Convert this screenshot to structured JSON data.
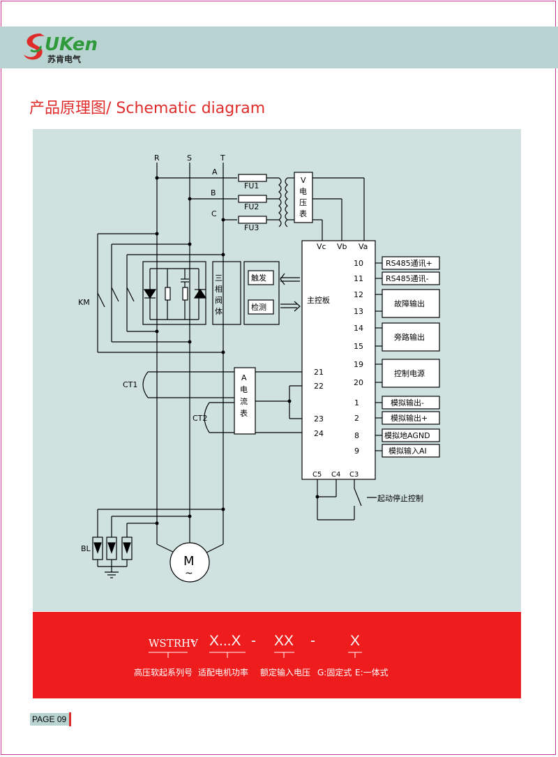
{
  "brand": {
    "logo_text": "UKen",
    "logo_initial": "S",
    "logo_chinese": "苏肯电气"
  },
  "title": {
    "chinese": "产品原理图",
    "english": "/ Schematic diagram"
  },
  "diagram": {
    "phases": [
      "R",
      "S",
      "T"
    ],
    "phase_taps": [
      "A",
      "B",
      "C"
    ],
    "fuses": [
      "FU1",
      "FU2",
      "FU3"
    ],
    "voltmeter": [
      "V",
      "电",
      "压",
      "表"
    ],
    "main_board_label": "主控板",
    "board_top_terminals": [
      "Vc",
      "Vb",
      "Va"
    ],
    "thyristor_label": [
      "三",
      "相",
      "阀",
      "体"
    ],
    "trigger_label": "触发",
    "detect_label": "检测",
    "contactor_label": "KM",
    "ct1_label": "CT1",
    "ct2_label": "CT2",
    "ammeter": [
      "A",
      "电",
      "流",
      "表"
    ],
    "left_terminals": [
      "21",
      "22",
      "23",
      "24"
    ],
    "right_terminals": [
      "10",
      "11",
      "12",
      "13",
      "14",
      "15",
      "19",
      "20",
      "1",
      "2",
      "8",
      "9"
    ],
    "io_boxes": [
      "RS485通讯+",
      "RS485通讯-",
      "故障输出",
      "旁路输出",
      "控制电源",
      "模拟输出-",
      "模拟输出+",
      "模拟地AGND",
      "模拟输入AI"
    ],
    "bottom_terminals": [
      "C5",
      "C4",
      "C3"
    ],
    "start_stop_label": "起动停止控制",
    "arrester_label": "BL",
    "motor_label": "M",
    "motor_tilde": "~"
  },
  "model_code": {
    "prefix": "WSTRHV",
    "dash": "-",
    "seg1": "X...X",
    "seg2": "XX",
    "seg3": "X",
    "labels": [
      "高压软起系列号",
      "适配电机功率",
      "额定输入电压",
      "G:固定式",
      "E:一体式"
    ]
  },
  "footer": {
    "page_label": "PAGE",
    "page_number": "09"
  },
  "colors": {
    "accent_red": "#ee1c1c",
    "title_red": "#e02b2b",
    "panel_teal": "#cfe2e0",
    "band_teal": "#b8d3d1",
    "logo_green": "#2f9a3a"
  }
}
